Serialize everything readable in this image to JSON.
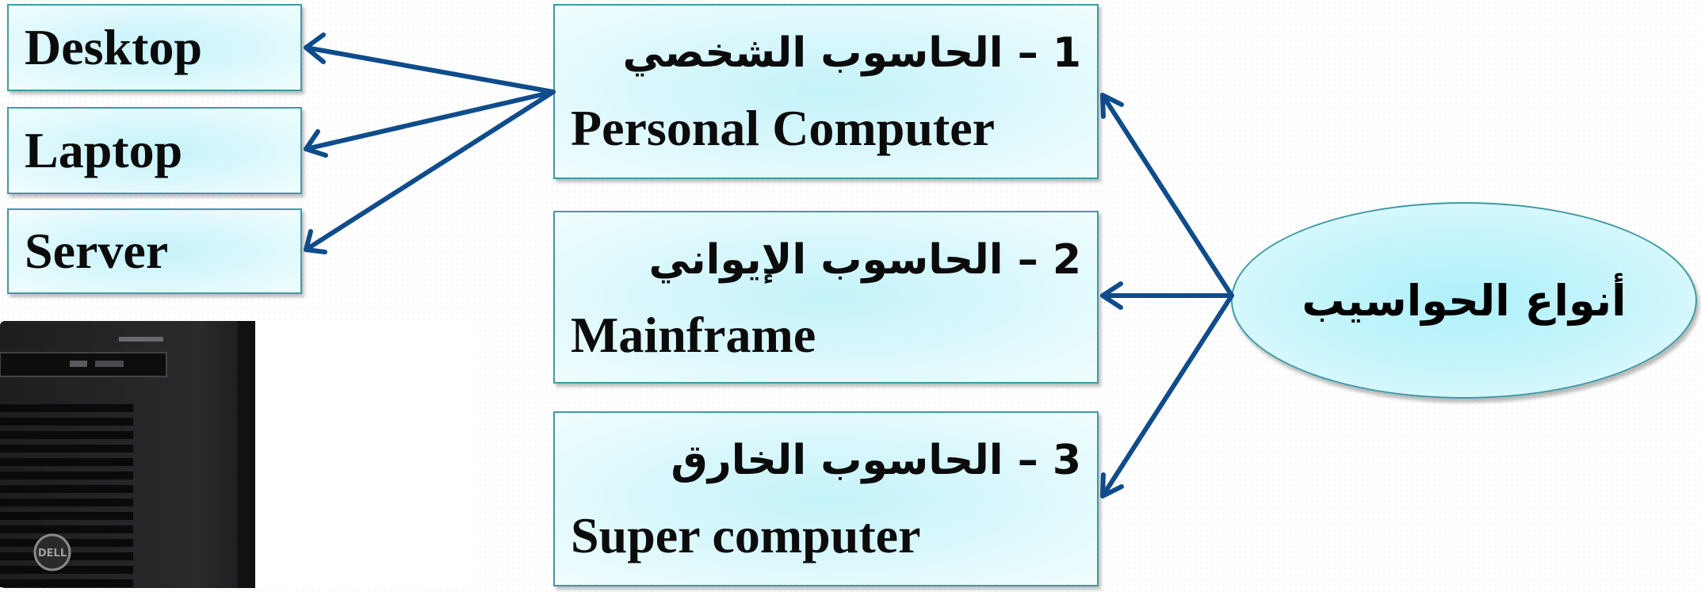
{
  "left_boxes": [
    {
      "label": "Desktop"
    },
    {
      "label": "Laptop"
    },
    {
      "label": "Server"
    }
  ],
  "middle_boxes": [
    {
      "arabic": "1 – الحاسوب الشخصي",
      "english": "Personal Computer"
    },
    {
      "arabic": "2 – الحاسوب الإيواني",
      "english": "Mainframe"
    },
    {
      "arabic": "3 – الحاسوب الخارق",
      "english": "Super computer"
    }
  ],
  "root": {
    "label": "أنواع الحواسيب"
  },
  "server_image": {
    "brand": "DELL"
  },
  "colors": {
    "arrow": "#0f4c8c",
    "box_border": "#3f9aa6",
    "box_fill": "#c4f3fa"
  }
}
